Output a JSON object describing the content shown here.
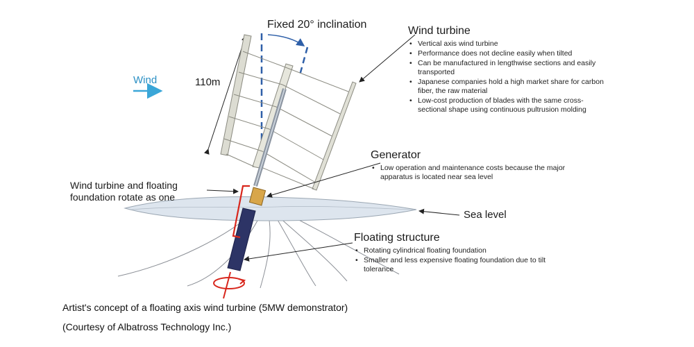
{
  "labels": {
    "inclination": "Fixed 20° inclination",
    "wind": "Wind",
    "height": "110m",
    "rotate_note": [
      "Wind turbine and floating",
      "foundation rotate as one"
    ],
    "sea_level": "Sea level"
  },
  "wind_turbine": {
    "title": "Wind turbine",
    "bullets": [
      "Vertical axis wind turbine",
      "Performance does not decline easily when tilted",
      "Can be manufactured in lengthwise sections and easily transported",
      "Japanese companies hold a high market share for carbon fiber, the raw material",
      "Low-cost production of blades with the same cross-sectional shape using continuous pultrusion molding"
    ]
  },
  "generator": {
    "title": "Generator",
    "bullets": [
      "Low operation and maintenance costs because the major apparatus is located near sea level"
    ]
  },
  "floating_structure": {
    "title": "Floating structure",
    "bullets": [
      "Rotating cylindrical floating foundation",
      "Smaller and less expensive floating foundation due to tilt tolerance"
    ]
  },
  "caption": {
    "line1": "Artist's concept of a floating axis wind turbine (5MW demonstrator)",
    "line2": "(Courtesy of Albatross Technology Inc.)"
  },
  "colors": {
    "wind_arrow": "#3aa6d8",
    "axis_dash": "#2e5fa8",
    "red_marker": "#d8261c",
    "blade": "#dcdcd2",
    "sea": "#dde5ee",
    "floater": "#2d3466",
    "generator": "#d8a64a"
  }
}
